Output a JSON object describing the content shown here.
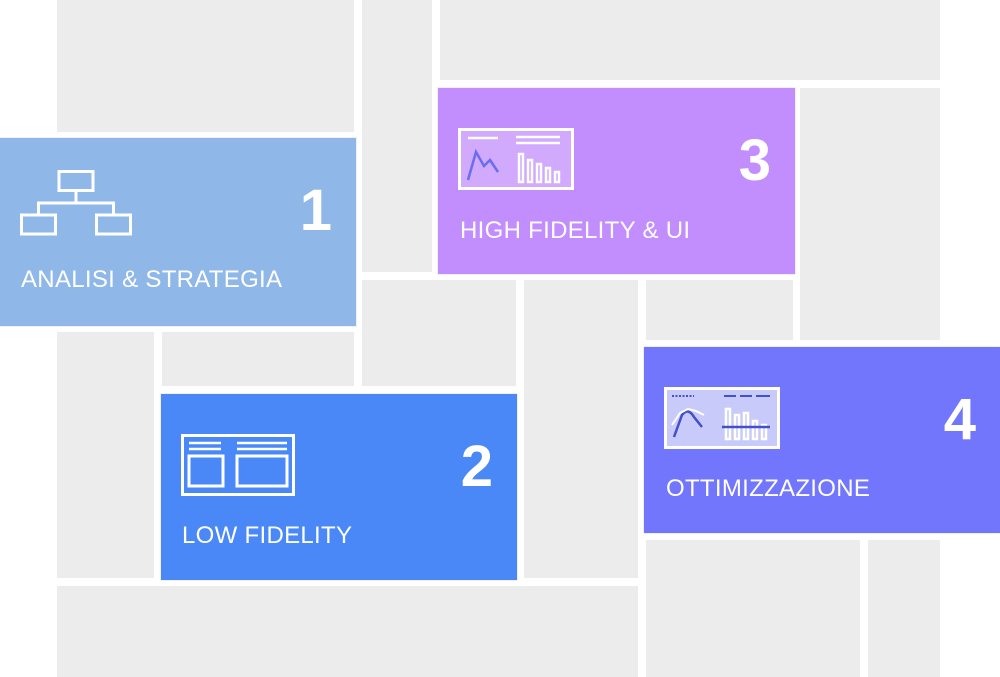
{
  "steps": [
    {
      "number": "1",
      "label": "ANALISI & STRATEGIA",
      "color": "#8fb8e8",
      "icon": "sitemap-icon"
    },
    {
      "number": "2",
      "label": "LOW FIDELITY",
      "color": "#4b88f7",
      "icon": "wireframe-icon"
    },
    {
      "number": "3",
      "label": "HIGH FIDELITY & UI",
      "color": "#c28dfd",
      "icon": "dashboard-icon"
    },
    {
      "number": "4",
      "label": "OTTIMIZZAZIONE",
      "color": "#7276fd",
      "icon": "analytics-dashboard-icon"
    }
  ],
  "colors": {
    "tile": "#ececec",
    "background": "#ffffff"
  }
}
